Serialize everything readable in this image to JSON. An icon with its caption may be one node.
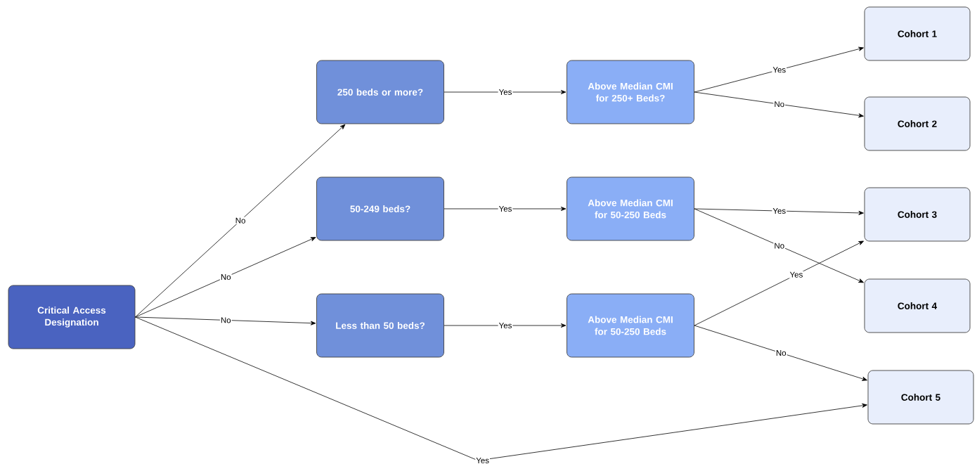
{
  "diagram": {
    "nodes": [
      {
        "text": [
          "Critical Access Designation"
        ]
      },
      {
        "text": [
          "250 beds or more?"
        ]
      },
      {
        "text": [
          "50-249 beds?"
        ]
      },
      {
        "text": [
          "Less than 50 beds?"
        ]
      },
      {
        "text": [
          "Above Median CMI for 250+ Beds?"
        ]
      },
      {
        "text": [
          "Above Median CMI for 50-250 Beds"
        ]
      },
      {
        "text": [
          "Above Median CMI for 50-250 Beds"
        ]
      },
      {
        "text": [
          "Cohort 1"
        ]
      },
      {
        "text": [
          "Cohort 2"
        ]
      },
      {
        "text": [
          "Cohort 3"
        ]
      },
      {
        "text": [
          "Cohort 4"
        ]
      },
      {
        "text": [
          "Cohort 5"
        ]
      }
    ],
    "edges": [
      {
        "from": 0,
        "to": 1,
        "arrow": "to",
        "label": "No"
      },
      {
        "from": 0,
        "to": 2,
        "arrow": "to",
        "label": "No"
      },
      {
        "from": 0,
        "to": 3,
        "arrow": "to",
        "label": "No"
      },
      {
        "from": 0,
        "to": 11,
        "arrow": "to",
        "label": "Yes"
      },
      {
        "from": 1,
        "to": 4,
        "arrow": "to",
        "label": "Yes"
      },
      {
        "from": 2,
        "to": 5,
        "arrow": "to",
        "label": "Yes"
      },
      {
        "from": 3,
        "to": 6,
        "arrow": "to",
        "label": "Yes"
      },
      {
        "from": 4,
        "to": 7,
        "arrow": "to",
        "label": "Yes"
      },
      {
        "from": 4,
        "to": 8,
        "arrow": "to",
        "label": "No"
      },
      {
        "from": 5,
        "to": 9,
        "arrow": "to",
        "label": "Yes"
      },
      {
        "from": 5,
        "to": 10,
        "arrow": "to",
        "label": "No"
      },
      {
        "from": 6,
        "to": 9,
        "arrow": "to",
        "label": "Yes"
      },
      {
        "from": 6,
        "to": 11,
        "arrow": "to",
        "label": "No"
      }
    ]
  }
}
